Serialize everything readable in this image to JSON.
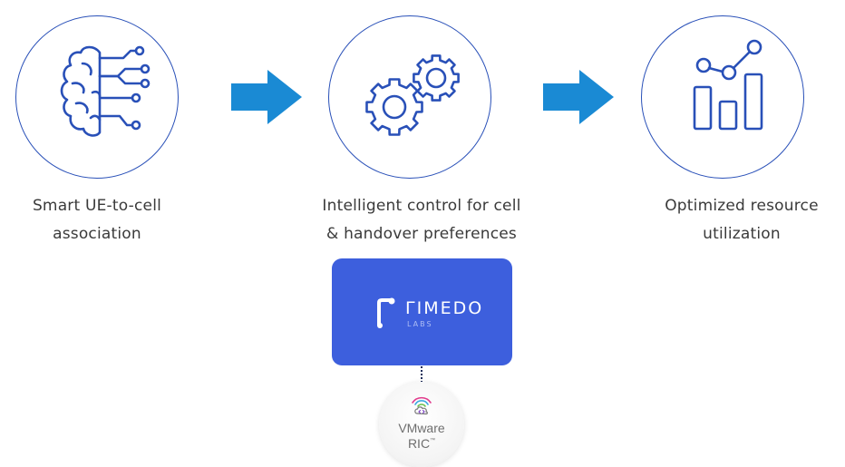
{
  "steps": [
    {
      "icon": "brain-circuit-icon",
      "caption_line1": "Smart UE-to-cell",
      "caption_line2": "association"
    },
    {
      "icon": "gears-icon",
      "caption_line1": "Intelligent control for cell",
      "caption_line2": "& handover preferences"
    },
    {
      "icon": "bar-chart-trend-icon",
      "caption_line1": "Optimized resource",
      "caption_line2": "utilization"
    }
  ],
  "connector_icon": "right-arrow-icon",
  "rimedo": {
    "name": "ΓIMEDO",
    "sub": "LABS"
  },
  "vmware": {
    "line1": "VMware",
    "line2": "RIC",
    "trademark": "™"
  },
  "colors": {
    "icon_stroke": "#2950b8",
    "arrow_fill": "#1a8ad4",
    "rimedo_card": "#3d5fdd",
    "caption_text": "#3a3a3a"
  }
}
